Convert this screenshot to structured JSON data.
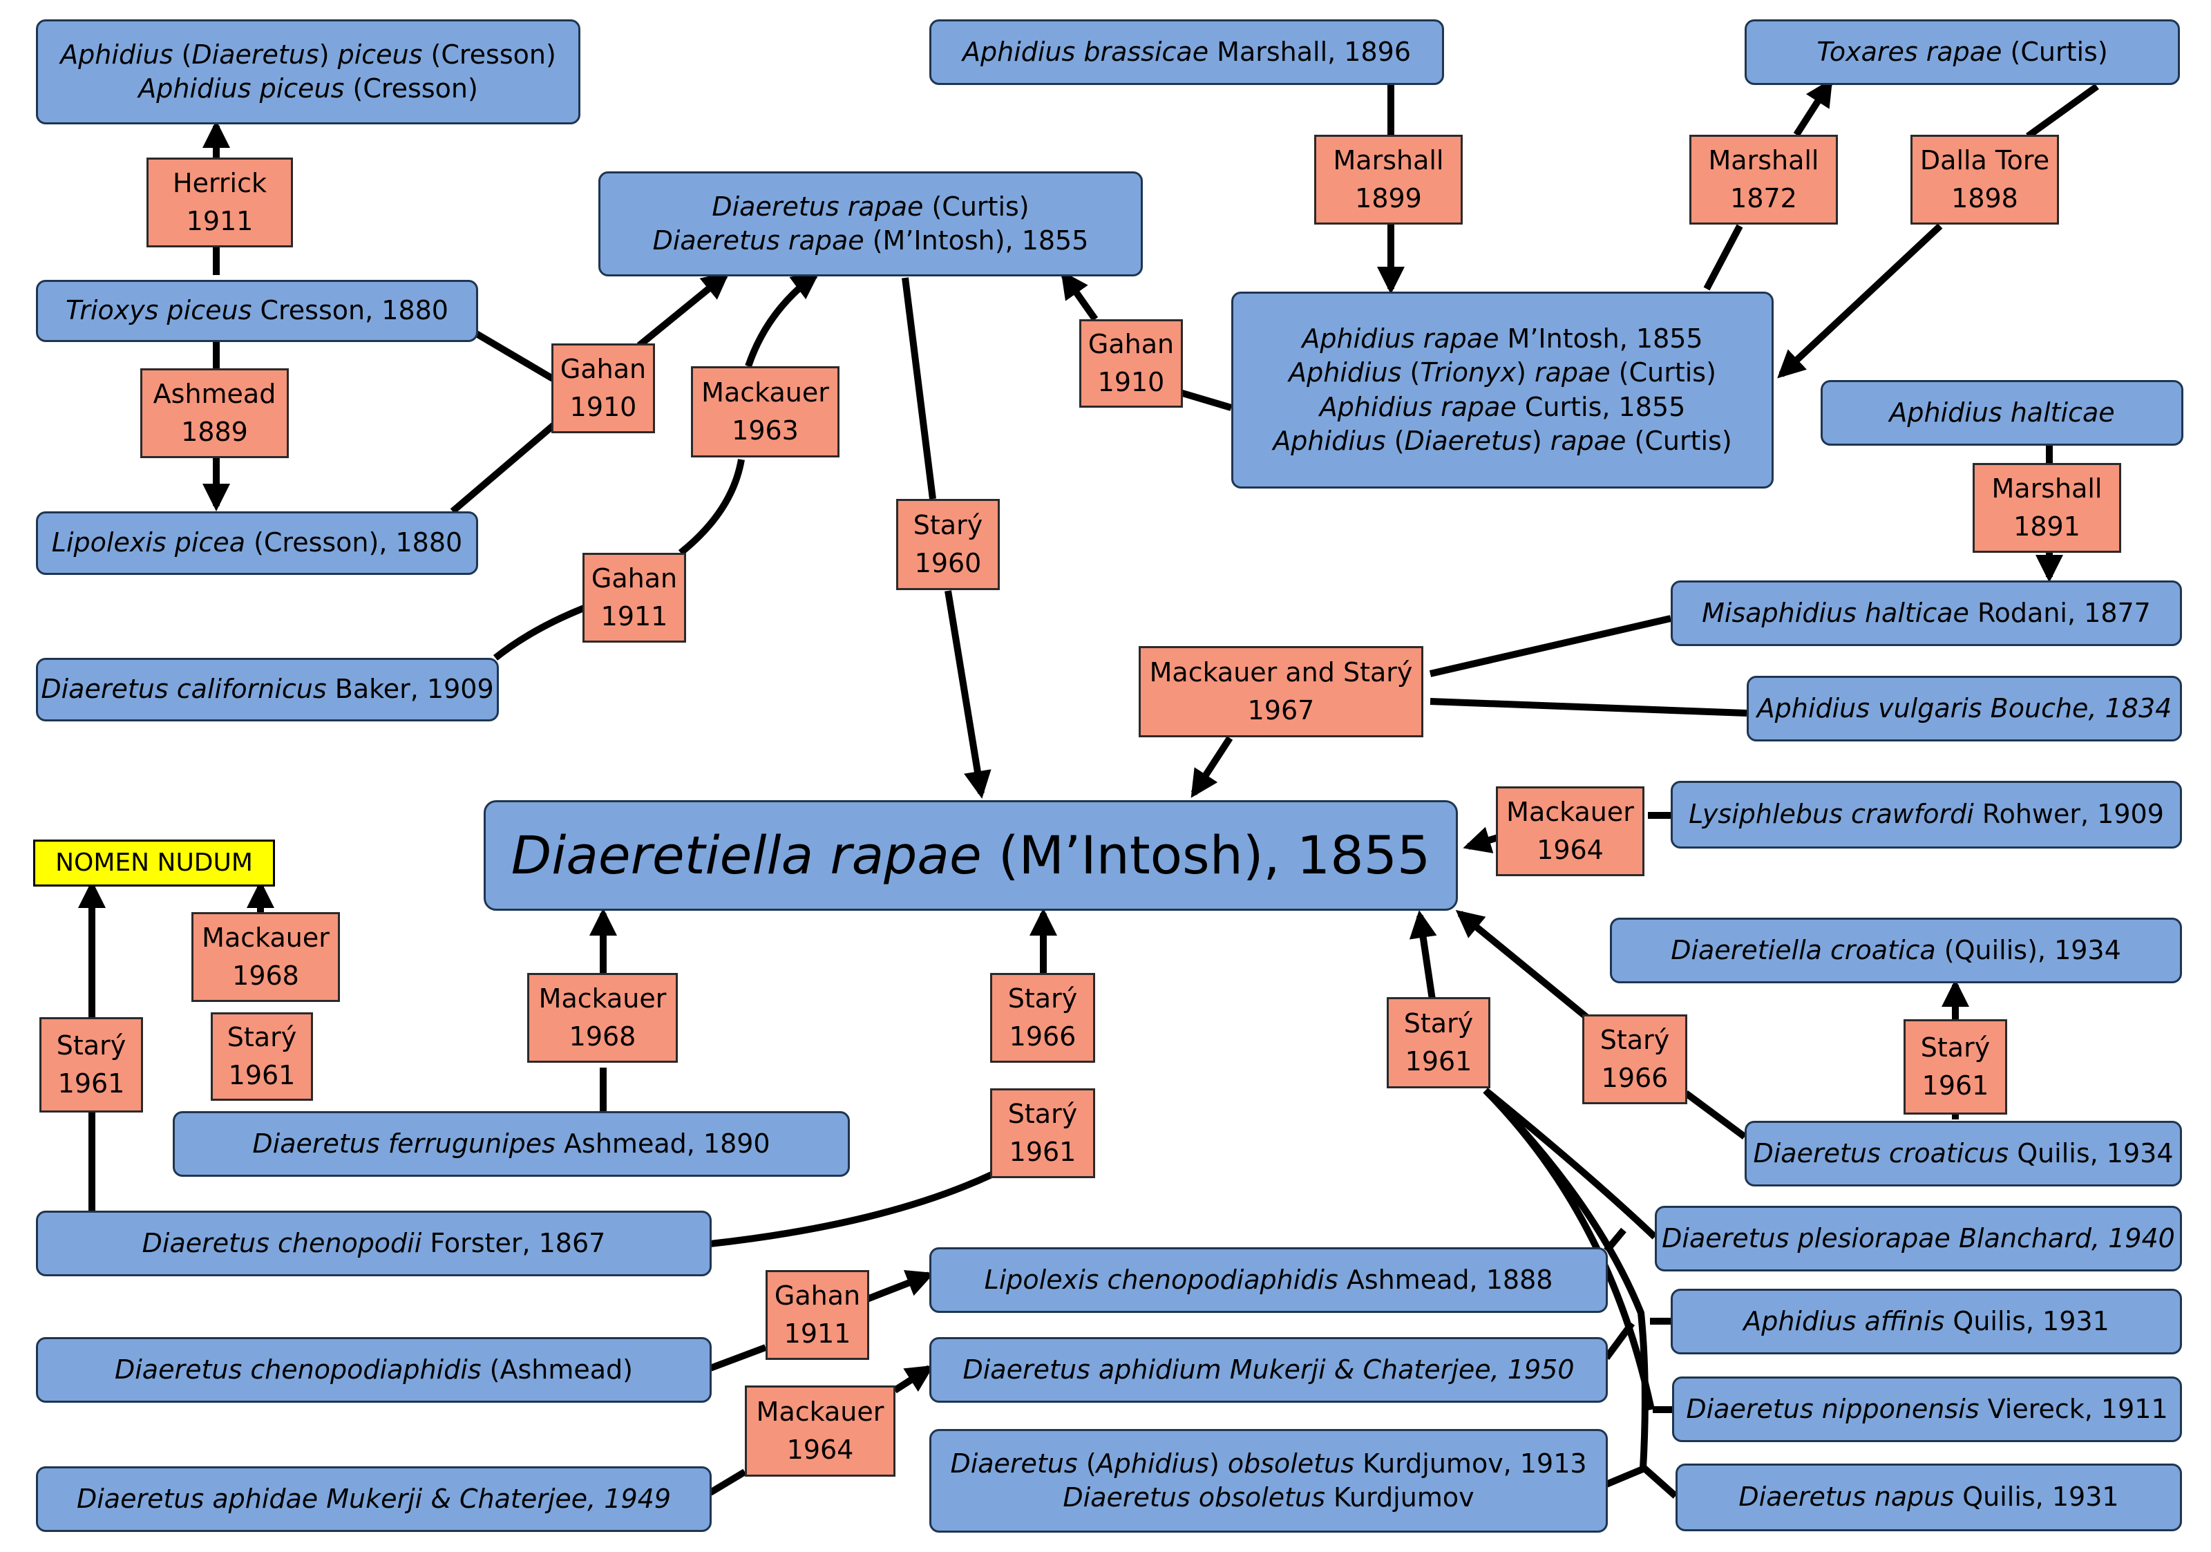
{
  "colors": {
    "taxon_fill": "#7ea6dc",
    "authority_fill": "#f5957c",
    "nomen_nudum_fill": "#ffff00",
    "edge": "#000000"
  },
  "taxa": {
    "t_picea_aph": {
      "lines": [
        [
          {
            "t": "Aphidius",
            "i": true
          },
          {
            "t": " (",
            "i": false
          },
          {
            "t": "Diaeretus",
            "i": true
          },
          {
            "t": ") ",
            "i": false
          },
          {
            "t": "piceus",
            "i": true
          },
          {
            "t": " (Cresson)",
            "i": false
          }
        ],
        [
          {
            "t": "Aphidius piceus",
            "i": true
          },
          {
            "t": " (Cresson)",
            "i": false
          }
        ]
      ]
    },
    "t_trioxys": {
      "lines": [
        [
          {
            "t": "Trioxys piceus",
            "i": true
          },
          {
            "t": " Cresson, 1880",
            "i": false
          }
        ]
      ]
    },
    "t_lipolexis_picea": {
      "lines": [
        [
          {
            "t": "Lipolexis picea",
            "i": true
          },
          {
            "t": " (Cresson), 1880",
            "i": false
          }
        ]
      ]
    },
    "t_californicus": {
      "lines": [
        [
          {
            "t": "Diaeretus californicus",
            "i": true
          },
          {
            "t": " Baker, 1909",
            "i": false
          }
        ]
      ]
    },
    "t_diaeretus_rapae": {
      "lines": [
        [
          {
            "t": "Diaeretus rapae",
            "i": true
          },
          {
            "t": " (Curtis)",
            "i": false
          }
        ],
        [
          {
            "t": "Diaeretus rapae",
            "i": true
          },
          {
            "t": " (M’Intosh), 1855",
            "i": false
          }
        ]
      ]
    },
    "t_brassicae": {
      "lines": [
        [
          {
            "t": "Aphidius brassicae",
            "i": true
          },
          {
            "t": " Marshall, 1896",
            "i": false
          }
        ]
      ]
    },
    "t_toxares": {
      "lines": [
        [
          {
            "t": "Toxares rapae",
            "i": true
          },
          {
            "t": " (Curtis)",
            "i": false
          }
        ]
      ]
    },
    "t_aphidius_rapae": {
      "lines": [
        [
          {
            "t": "Aphidius rapae",
            "i": true
          },
          {
            "t": " M’Intosh, 1855",
            "i": false
          }
        ],
        [
          {
            "t": "Aphidius",
            "i": true
          },
          {
            "t": " (",
            "i": false
          },
          {
            "t": "Trionyx",
            "i": true
          },
          {
            "t": ") ",
            "i": false
          },
          {
            "t": "rapae",
            "i": true
          },
          {
            "t": " (Curtis)",
            "i": false
          }
        ],
        [
          {
            "t": "Aphidius rapae",
            "i": true
          },
          {
            "t": " Curtis, 1855",
            "i": false
          }
        ],
        [
          {
            "t": "Aphidius",
            "i": true
          },
          {
            "t": " (",
            "i": false
          },
          {
            "t": "Diaeretus",
            "i": true
          },
          {
            "t": ") ",
            "i": false
          },
          {
            "t": "rapae",
            "i": true
          },
          {
            "t": " (Curtis)",
            "i": false
          }
        ]
      ]
    },
    "t_halticae": {
      "lines": [
        [
          {
            "t": "Aphidius halticae",
            "i": true
          }
        ]
      ]
    },
    "t_misaphidius": {
      "lines": [
        [
          {
            "t": "Misaphidius halticae",
            "i": true
          },
          {
            "t": " Rodani, 1877",
            "i": false
          }
        ]
      ]
    },
    "t_vulgaris": {
      "lines": [
        [
          {
            "t": "Aphidius vulgaris Bouche, 1834",
            "i": true
          }
        ]
      ]
    },
    "t_main": {
      "lines": [
        [
          {
            "t": "Diaeretiella rapae",
            "i": true
          },
          {
            "t": " (M’Intosh), 1855",
            "i": false
          }
        ]
      ]
    },
    "t_crawfordi": {
      "lines": [
        [
          {
            "t": "Lysiphlebus crawfordi",
            "i": true
          },
          {
            "t": " Rohwer, 1909",
            "i": false
          }
        ]
      ]
    },
    "t_dcroatica": {
      "lines": [
        [
          {
            "t": "Diaeretiella croatica",
            "i": true
          },
          {
            "t": " (Quilis), 1934",
            "i": false
          }
        ]
      ]
    },
    "t_croaticus": {
      "lines": [
        [
          {
            "t": "Diaeretus croaticus",
            "i": true
          },
          {
            "t": " Quilis, 1934",
            "i": false
          }
        ]
      ]
    },
    "t_ferrugunipes": {
      "lines": [
        [
          {
            "t": "Diaeretus ferrugunipes",
            "i": true
          },
          {
            "t": " Ashmead, 1890",
            "i": false
          }
        ]
      ]
    },
    "t_chenopodii": {
      "lines": [
        [
          {
            "t": "Diaeretus chenopodii",
            "i": true
          },
          {
            "t": " Forster, 1867",
            "i": false
          }
        ]
      ]
    },
    "t_lipolexis_chen": {
      "lines": [
        [
          {
            "t": "Lipolexis chenopodiaphidis",
            "i": true
          },
          {
            "t": " Ashmead, 1888",
            "i": false
          }
        ]
      ]
    },
    "t_chenopodiaphidis": {
      "lines": [
        [
          {
            "t": "Diaeretus chenopodiaphidis",
            "i": true
          },
          {
            "t": " (Ashmead)",
            "i": false
          }
        ]
      ]
    },
    "t_aphidium": {
      "lines": [
        [
          {
            "t": "Diaeretus aphidium Mukerji & Chaterjee, 1950",
            "i": true
          }
        ]
      ]
    },
    "t_aphidae": {
      "lines": [
        [
          {
            "t": "Diaeretus aphidae Mukerji & Chaterjee, 1949",
            "i": true
          }
        ]
      ]
    },
    "t_obsoletus": {
      "lines": [
        [
          {
            "t": "Diaeretus",
            "i": true
          },
          {
            "t": " (",
            "i": false
          },
          {
            "t": "Aphidius",
            "i": true
          },
          {
            "t": ") ",
            "i": false
          },
          {
            "t": "obsoletus",
            "i": true
          },
          {
            "t": " Kurdjumov, 1913",
            "i": false
          }
        ],
        [
          {
            "t": "Diaeretus obsoletus",
            "i": true
          },
          {
            "t": " Kurdjumov",
            "i": false
          }
        ]
      ]
    },
    "t_plesiorapae": {
      "lines": [
        [
          {
            "t": "Diaeretus plesiorapae Blanchard, 1940",
            "i": true
          }
        ]
      ]
    },
    "t_affinis": {
      "lines": [
        [
          {
            "t": "Aphidius affinis",
            "i": true
          },
          {
            "t": " Quilis, 1931",
            "i": false
          }
        ]
      ]
    },
    "t_nipponensis": {
      "lines": [
        [
          {
            "t": "Diaeretus nipponensis",
            "i": true
          },
          {
            "t": " Viereck, 1911",
            "i": false
          }
        ]
      ]
    },
    "t_napus": {
      "lines": [
        [
          {
            "t": "Diaeretus napus",
            "i": true
          },
          {
            "t": " Quilis, 1931",
            "i": false
          }
        ]
      ]
    }
  },
  "authorities": {
    "a_herrick": [
      "Herrick",
      "1911"
    ],
    "a_ashmead": [
      "Ashmead",
      "1889"
    ],
    "a_gahan1910_left": [
      "Gahan",
      "1910"
    ],
    "a_mackauer1963": [
      "Mackauer",
      "1963"
    ],
    "a_gahan1911_left": [
      "Gahan",
      "1911"
    ],
    "a_stary1960": [
      "Starý",
      "1960"
    ],
    "a_gahan1910_right": [
      "Gahan",
      "1910"
    ],
    "a_marshall1899": [
      "Marshall",
      "1899"
    ],
    "a_marshall1872": [
      "Marshall",
      "1872"
    ],
    "a_dallatore": [
      "Dalla Tore",
      "1898"
    ],
    "a_marshall1891": [
      "Marshall",
      "1891"
    ],
    "a_mackstary1967": [
      "Mackauer and Starý",
      "1967"
    ],
    "a_mackauer1964_right": [
      "Mackauer",
      "1964"
    ],
    "a_mackauer1968_left": [
      "Mackauer",
      "1968"
    ],
    "a_stary1961_nudum": [
      "Starý",
      "1961"
    ],
    "a_stary1961_small": [
      "Starý",
      "1961"
    ],
    "a_mackauer1968_center": [
      "Mackauer",
      "1968"
    ],
    "a_stary1966_center": [
      "Starý",
      "1966"
    ],
    "a_stary1961_center": [
      "Starý",
      "1961"
    ],
    "a_stary1961_right": [
      "Starý",
      "1961"
    ],
    "a_stary1966_right": [
      "Starý",
      "1966"
    ],
    "a_stary1961_croatica": [
      "Starý",
      "1961"
    ],
    "a_gahan1911_bottom": [
      "Gahan",
      "1911"
    ],
    "a_mackauer1964_bottom": [
      "Mackauer",
      "1964"
    ]
  },
  "nomen_nudum": "NOMEN NUDUM"
}
